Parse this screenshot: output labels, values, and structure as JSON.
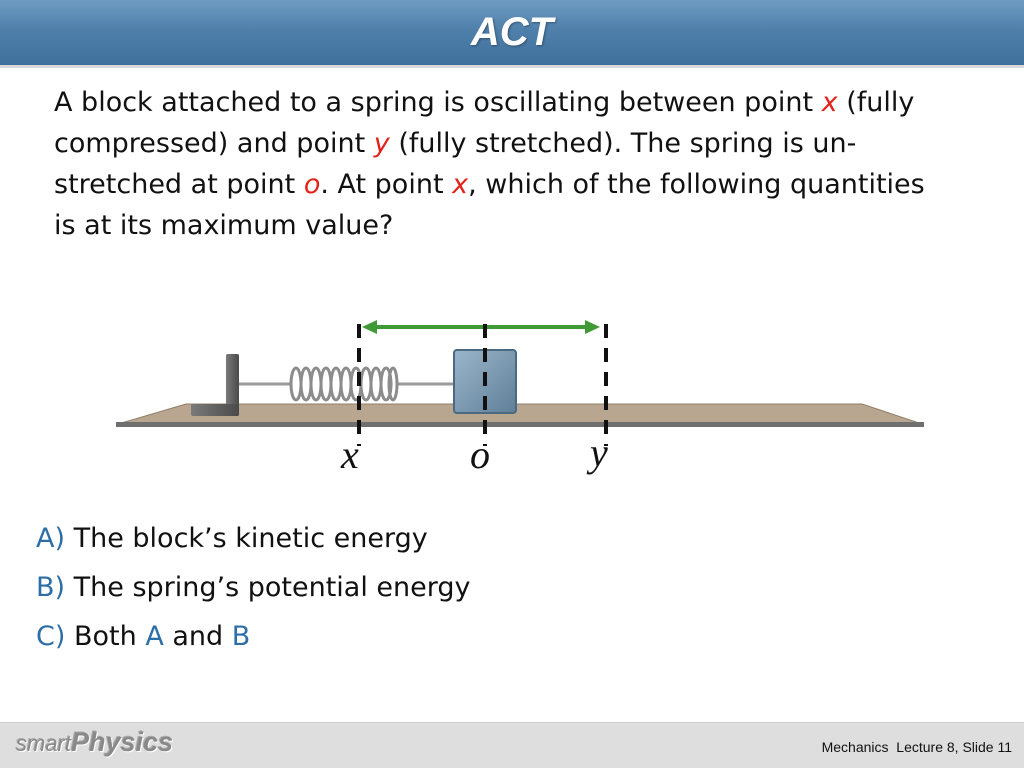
{
  "header": {
    "title": "ACT"
  },
  "question": {
    "line1": [
      "A block attached to a spring is oscillating between point ",
      "x",
      " (fully"
    ],
    "line2": [
      "compressed) and point ",
      "y",
      " (fully stretched). The spring is un-"
    ],
    "line3": [
      "stretched at point ",
      "o",
      ". At point ",
      "x",
      ", which of the following quantities"
    ],
    "line4": "is at its maximum value?"
  },
  "diagram": {
    "labels": {
      "x": "x",
      "o": "o",
      "y": "y"
    },
    "colors": {
      "arrow": "#3f9a35",
      "block": "#7a98b1",
      "table": "#b8a691",
      "wall": "#5e5e5e"
    }
  },
  "choices": [
    {
      "letter": "A)",
      "text": "The block’s kinetic energy"
    },
    {
      "letter": "B)",
      "text": "The spring’s potential energy"
    },
    {
      "letter": "C)",
      "text_before": "Both ",
      "ref_a": "A",
      "text_middle": " and ",
      "ref_b": "B"
    }
  ],
  "footer": {
    "logo_small": "smart",
    "logo_big": "Physics",
    "slide_info": "Mechanics  Lecture 8, Slide 11"
  }
}
